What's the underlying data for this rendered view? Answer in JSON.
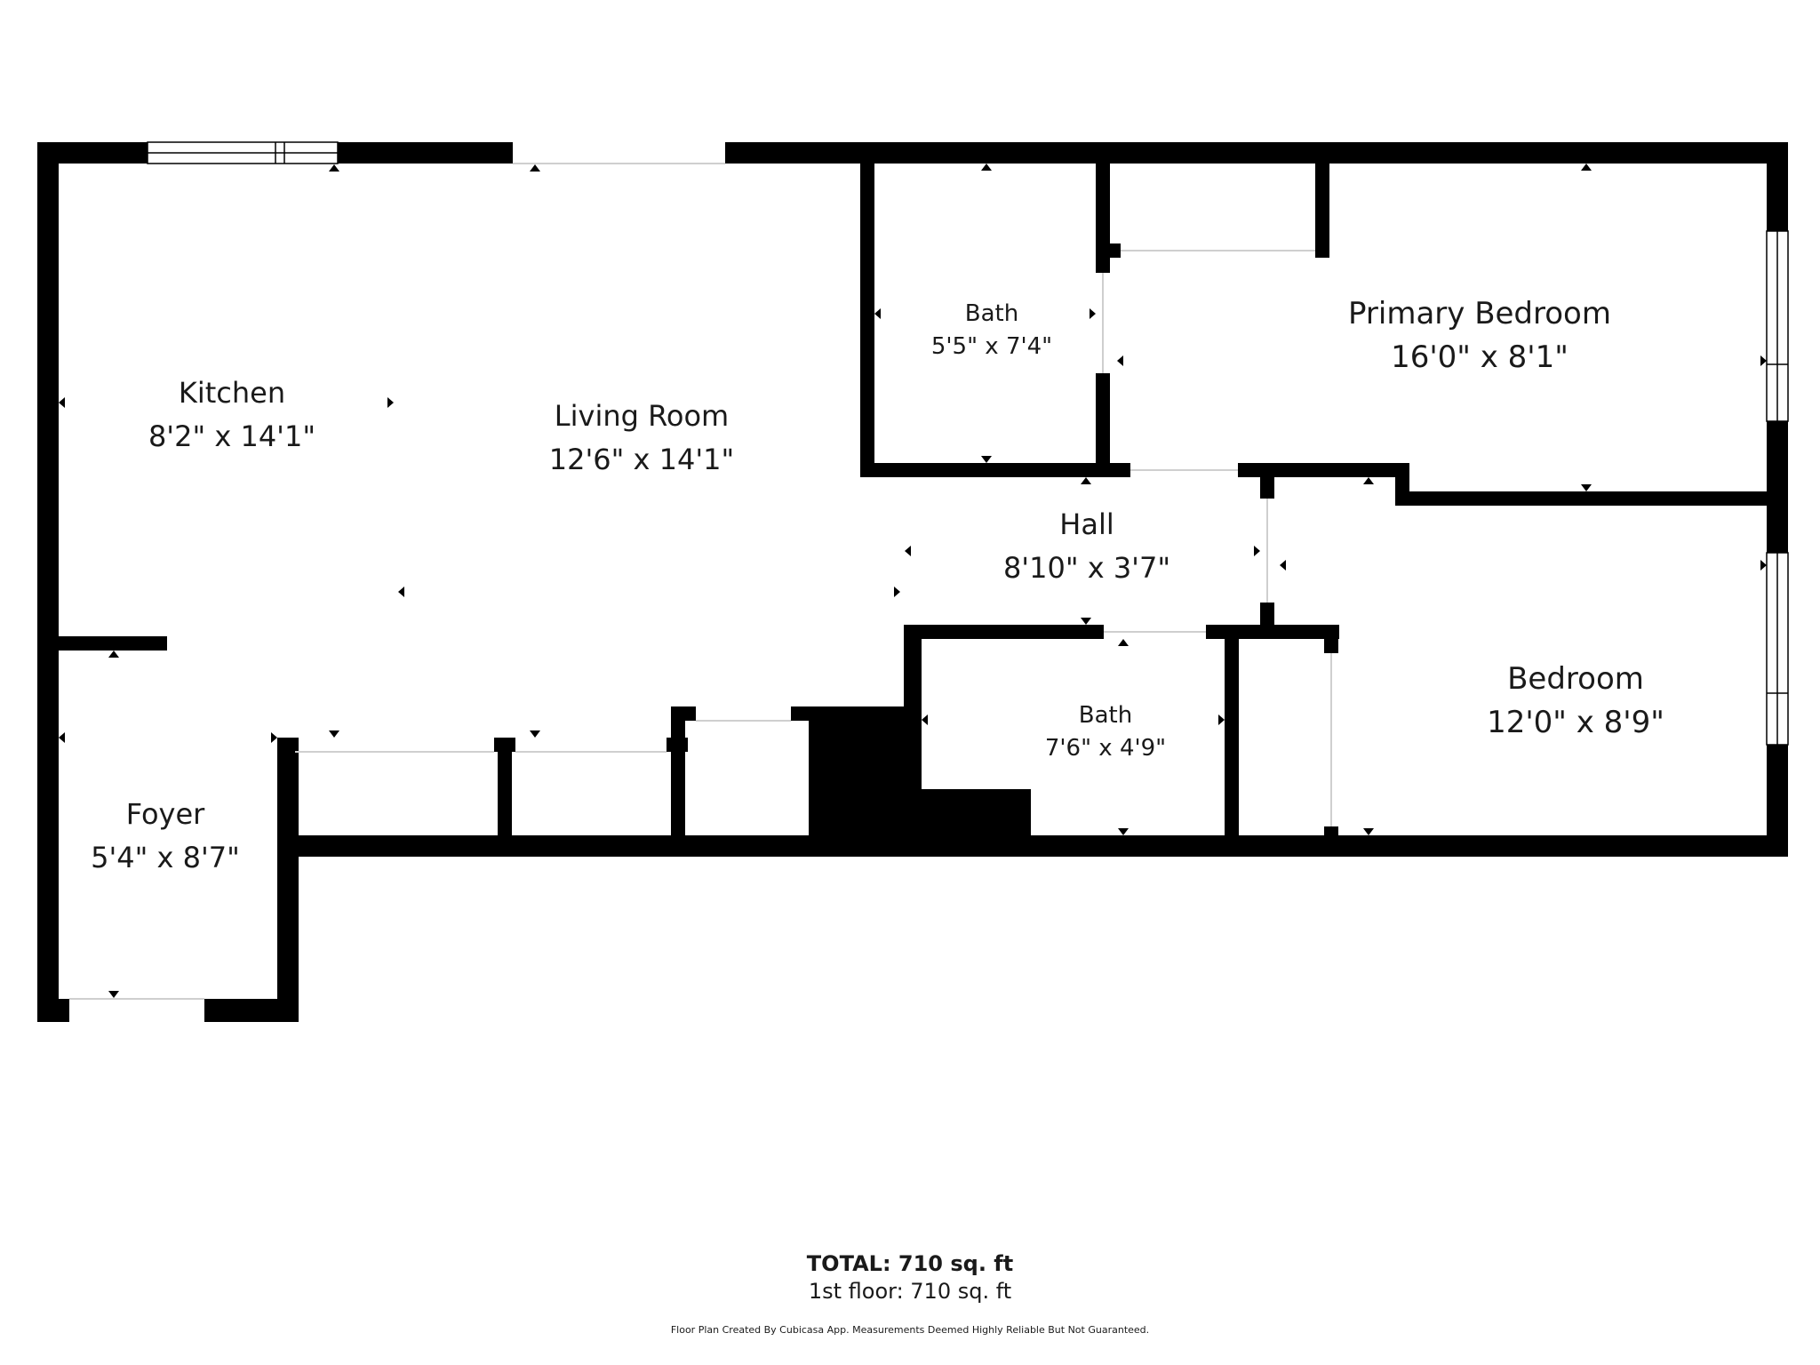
{
  "colors": {
    "wall": "#000000",
    "text": "#1a1a1a",
    "background": "#ffffff",
    "opening": "#cfcfcf"
  },
  "rooms": {
    "kitchen": {
      "name": "Kitchen",
      "dims": "8'2\" x 14'1\""
    },
    "living_room": {
      "name": "Living Room",
      "dims": "12'6\" x 14'1\""
    },
    "bath_upper": {
      "name": "Bath",
      "dims": "5'5\" x 7'4\""
    },
    "primary_bedroom": {
      "name": "Primary Bedroom",
      "dims": "16'0\" x 8'1\""
    },
    "hall": {
      "name": "Hall",
      "dims": "8'10\" x 3'7\""
    },
    "bath_lower": {
      "name": "Bath",
      "dims": "7'6\" x 4'9\""
    },
    "bedroom": {
      "name": "Bedroom",
      "dims": "12'0\" x 8'9\""
    },
    "foyer": {
      "name": "Foyer",
      "dims": "5'4\" x 8'7\""
    }
  },
  "summary": {
    "total": "TOTAL: 710 sq. ft",
    "floor": "1st floor: 710 sq. ft",
    "disclaimer": "Floor Plan Created By Cubicasa App. Measurements Deemed Highly Reliable But Not Guaranteed."
  }
}
